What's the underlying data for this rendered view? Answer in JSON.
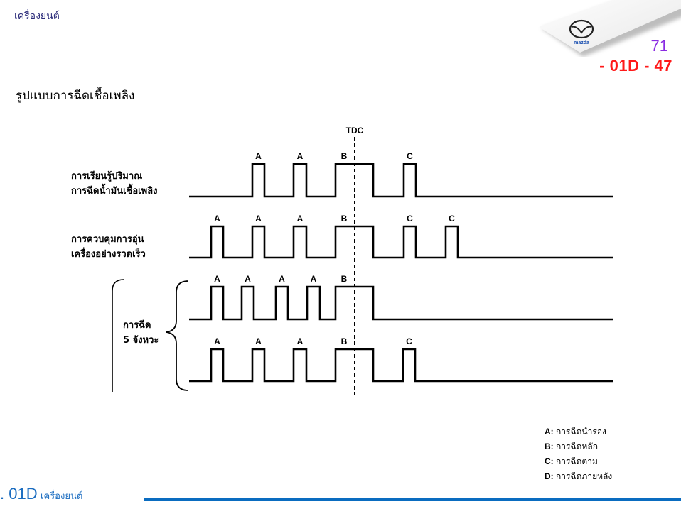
{
  "header": {
    "top_title": "เครื่องยนต์",
    "page_number": "71",
    "section_code": "- 01D - 47",
    "brand_logo": "mazda-logo",
    "brand_text": "mazda"
  },
  "slide": {
    "heading": "รูปแบบการฉีดเชื้อเพลิง"
  },
  "diagram": {
    "tdc_label": "TDC",
    "rows": [
      {
        "label_lines": [
          "การเรียนรู้ปริมาณ",
          "การฉีดน้ำมันเชื้อเพลิง"
        ],
        "pulses": [
          "A",
          "A",
          "B",
          "C"
        ]
      },
      {
        "label_lines": [
          "การควบคุมการอุ่น",
          "เครื่องอย่างรวดเร็ว"
        ],
        "pulses": [
          "A",
          "A",
          "A",
          "B",
          "C",
          "C"
        ]
      },
      {
        "label_lines": [],
        "pulses": [
          "A",
          "A",
          "A",
          "A",
          "B"
        ]
      },
      {
        "label_lines": [],
        "pulses": [
          "A",
          "A",
          "A",
          "B",
          "C"
        ]
      }
    ],
    "group_label_lines": [
      "การฉีด",
      "5 จังหวะ"
    ]
  },
  "legend": {
    "items": [
      {
        "key": "A:",
        "text": "การฉีดนำร่อง"
      },
      {
        "key": "B:",
        "text": "การฉีดหลัก"
      },
      {
        "key": "C:",
        "text": "การฉีดตาม"
      },
      {
        "key": "D:",
        "text": "การฉีดภายหลัง"
      }
    ]
  },
  "footer": {
    "code": ". 01D",
    "name": "เครื่องยนต์"
  },
  "colors": {
    "accent_blue": "#0a6cc0",
    "section_red": "#ff1a1a",
    "page_purple": "#8a2be2"
  }
}
